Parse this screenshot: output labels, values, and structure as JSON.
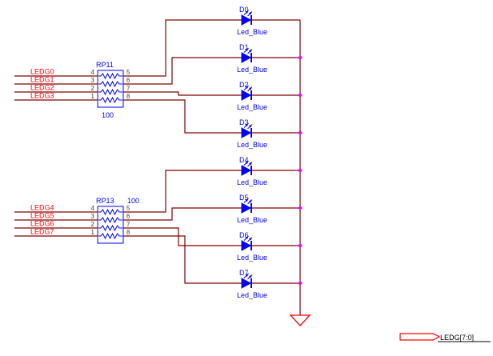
{
  "colors": {
    "background": "#ffffff",
    "wire": "#800000",
    "junction_dot": "#ff00ff",
    "component": "#0000ff",
    "net_label": "#ff0000",
    "pin_number": "#404040",
    "ground": "#ff0000",
    "port_outline": "#ff0000",
    "port_text": "#000000"
  },
  "leds": [
    {
      "designator": "D0",
      "part": "Led_Blue"
    },
    {
      "designator": "D1",
      "part": "Led_Blue"
    },
    {
      "designator": "D2",
      "part": "Led_Blue"
    },
    {
      "designator": "D3",
      "part": "Led_Blue"
    },
    {
      "designator": "D4",
      "part": "Led_Blue"
    },
    {
      "designator": "D5",
      "part": "Led_Blue"
    },
    {
      "designator": "D6",
      "part": "Led_Blue"
    },
    {
      "designator": "D7",
      "part": "Led_Blue"
    }
  ],
  "resistor_packs": [
    {
      "designator": "RP11",
      "value": "100",
      "value_position": "below",
      "left_pin_numbers": [
        "4",
        "3",
        "2",
        "1"
      ],
      "right_pin_numbers": [
        "5",
        "6",
        "7",
        "8"
      ],
      "input_nets": [
        "LEDG0",
        "LEDG1",
        "LEDG2",
        "LEDG3"
      ]
    },
    {
      "designator": "RP13",
      "value": "100",
      "value_position": "right",
      "left_pin_numbers": [
        "4",
        "3",
        "2",
        "1"
      ],
      "right_pin_numbers": [
        "5",
        "6",
        "7",
        "8"
      ],
      "input_nets": [
        "LEDG4",
        "LEDG5",
        "LEDG6",
        "LEDG7"
      ]
    }
  ],
  "port": {
    "label": "LEDG[7:0]"
  }
}
